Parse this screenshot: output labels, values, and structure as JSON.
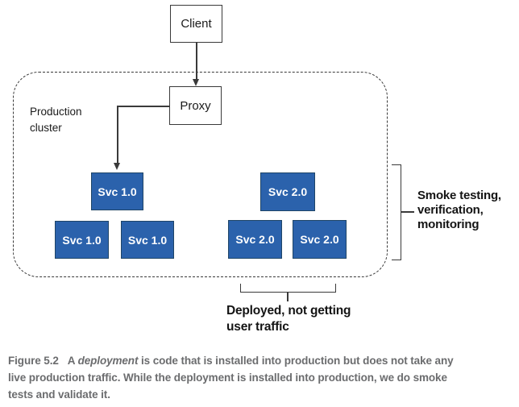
{
  "colors": {
    "service_fill": "#2b62ac",
    "service_border": "#1f4567",
    "line": "#3a3a3a",
    "caption_text": "#6b6c6e"
  },
  "diagram": {
    "client_label": "Client",
    "proxy_label": "Proxy",
    "cluster_label_line1": "Production",
    "cluster_label_line2": "cluster",
    "svc1_labels": [
      "Svc 1.0",
      "Svc 1.0",
      "Svc 1.0"
    ],
    "svc2_labels": [
      "Svc 2.0",
      "Svc 2.0",
      "Svc 2.0"
    ]
  },
  "annotations": {
    "smoke_line1": "Smoke testing,",
    "smoke_line2": "verification,",
    "smoke_line3": "monitoring",
    "deployed_line1": "Deployed, not getting",
    "deployed_line2": "user traffic"
  },
  "caption": {
    "figure_label": "Figure 5.2",
    "line1_pre": "A ",
    "line1_italic": "deployment",
    "line1_rest": " is code that is installed into production but does not take any",
    "line2": "live production traffic. While the deployment is installed into production, we do smoke",
    "line3": "tests and validate it."
  }
}
